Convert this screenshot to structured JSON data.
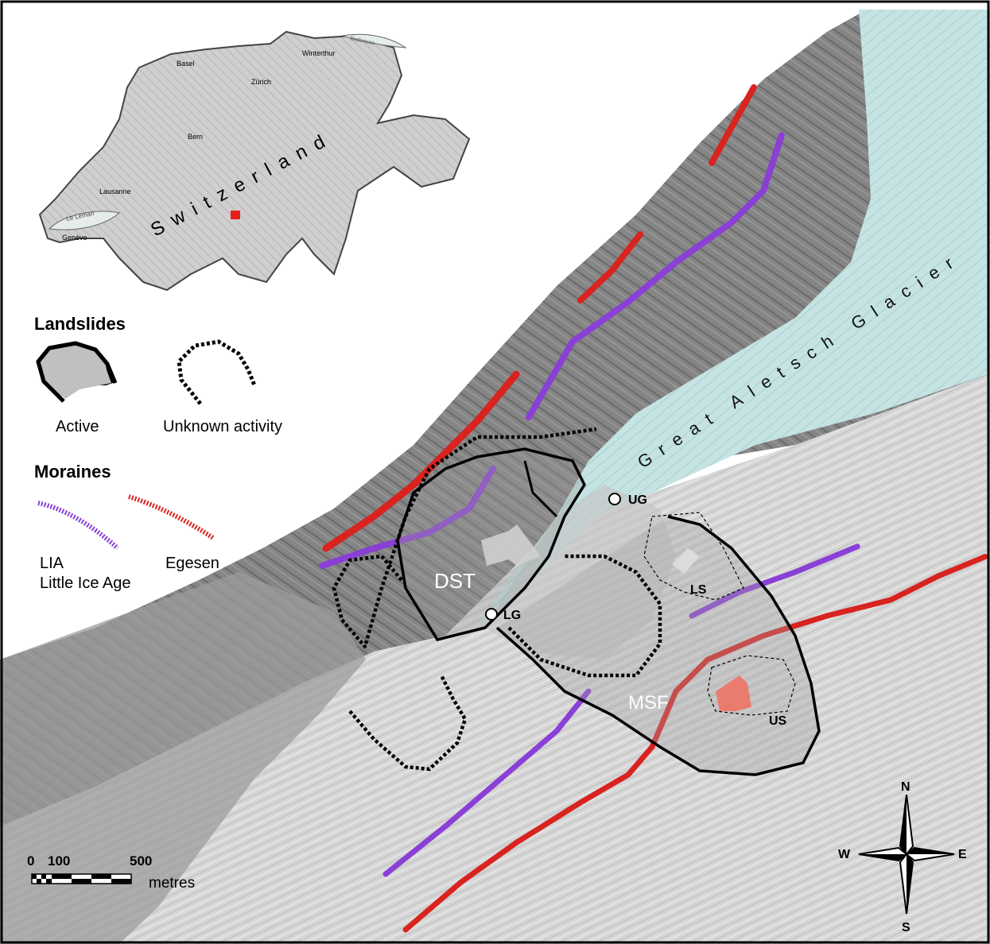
{
  "inset": {
    "country": "Switzerland",
    "cities": [
      "Basel",
      "Winterthur",
      "Zürich",
      "Bern",
      "Lausanne",
      "Genève"
    ],
    "lake": "Le Léman",
    "lake_ne": "Bodensee"
  },
  "legend": {
    "landslides_title": "Landslides",
    "active_label": "Active",
    "unknown_label": "Unknown activity",
    "moraines_title": "Moraines",
    "lia_label": "LIA",
    "lia_sublabel": "Little Ice Age",
    "egesen_label": "Egesen"
  },
  "map_labels": {
    "glacier": "Great Aletsch Glacier",
    "dst": "DST",
    "msf": "MSF",
    "ls": "LS",
    "us": "US",
    "ug": "UG",
    "lg": "LG"
  },
  "scale": {
    "tick_0": "0",
    "tick_100": "100",
    "tick_500": "500",
    "unit": "metres"
  },
  "compass": {
    "n": "N",
    "s": "S",
    "e": "E",
    "w": "W"
  },
  "colors": {
    "lia_moraine": "#8a3fd6",
    "egesen_moraine": "#d9231f",
    "glacier": "#bfe0e0",
    "terrain_dark": "#7d7d7d",
    "terrain_light": "#dcdcdc",
    "active_fill": "#a8a8a8",
    "marker_red": "#e8201a",
    "arrow_red": "#f07060",
    "arrow_grey": "#c8c8c8"
  }
}
